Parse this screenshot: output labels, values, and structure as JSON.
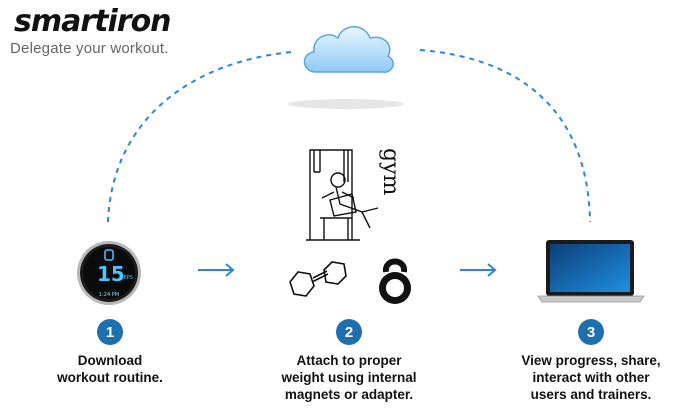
{
  "brand": {
    "logo_text": "smartiron",
    "tagline": "Delegate your workout."
  },
  "watch": {
    "display_value": "15",
    "unit": "REPS",
    "time": "1:24 PM"
  },
  "gym_label": "gym",
  "steps": [
    {
      "number": "1",
      "text": "Download\nworkout routine."
    },
    {
      "number": "2",
      "text": "Attach to proper\nweight using internal\nmagnets or adapter."
    },
    {
      "number": "3",
      "text": "View progress, share,\ninteract with other\nusers and trainers."
    }
  ],
  "colors": {
    "accent_blue": "#1e6fb0",
    "arrow_blue": "#2a86d8",
    "watch_glow": "#4fc3ff"
  },
  "icons": [
    "cloud-icon",
    "smartwatch-icon",
    "gym-machine-icon",
    "dumbbell-icon",
    "kettlebell-icon",
    "laptop-icon",
    "arrow-right-icon"
  ]
}
